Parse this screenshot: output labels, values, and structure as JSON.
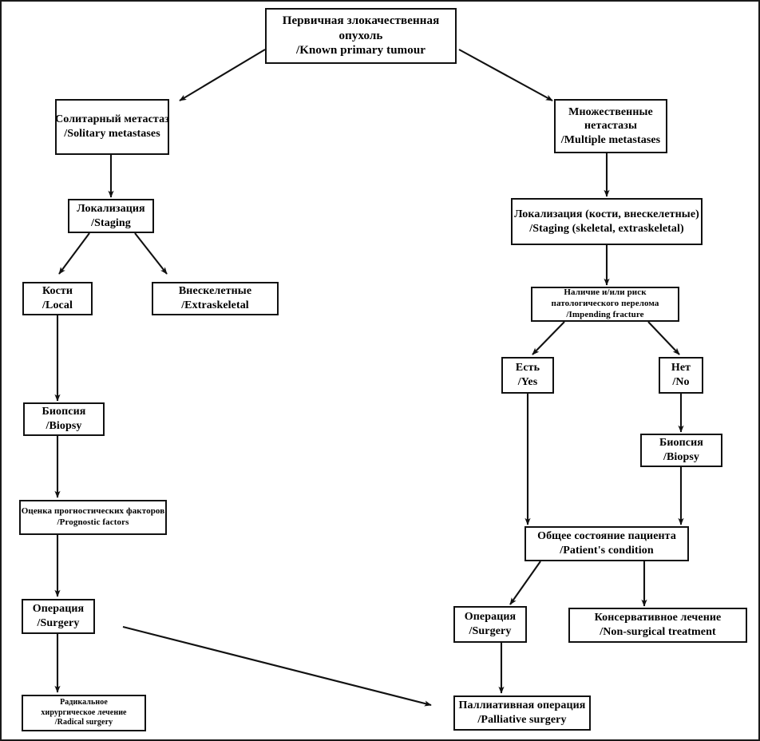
{
  "diagram": {
    "type": "flowchart",
    "title": "Treatment algorithm for bone metastases (Russian / English)",
    "language_note": "Each node shows Russian text followed by '/English text'",
    "colors": {
      "box_border": "#111111",
      "arrow": "#111111",
      "background": "#ffffff",
      "text": "#000000"
    }
  },
  "nodes": {
    "primary_tumour": {
      "ru": "Первичная злокачественная",
      "ru2": "опухоль",
      "en": "/Known primary tumour"
    },
    "solitary": {
      "ru": "Солитарный метастаз",
      "en": "/Solitary metastases"
    },
    "multiple": {
      "ru": "Множественные",
      "ru2": "нетастазы",
      "en": "/Multiple metastases"
    },
    "staging_left": {
      "ru": "Локализация",
      "en": "/Staging"
    },
    "staging_right": {
      "ru": "Локализация (кости, внескелетные)",
      "en": "/Staging (skeletal, extraskeletal)"
    },
    "bones": {
      "ru": "Кости",
      "en": "/Local"
    },
    "extraskeletal": {
      "ru": "Внескелетные",
      "en": "/Extraskeletal"
    },
    "impending_fracture": {
      "ru": "Наличие и/или риск",
      "ru2": "патологического перелома",
      "en": "/Impending fracture"
    },
    "yes": {
      "ru": "Есть",
      "en": "/Yes"
    },
    "no": {
      "ru": "Нет",
      "en": "/No"
    },
    "biopsy_left": {
      "ru": "Биопсия",
      "en": "/Biopsy"
    },
    "biopsy_right": {
      "ru": "Биопсия",
      "en": "/Biopsy"
    },
    "prognostic": {
      "ru": "Оценка прогностических факторов",
      "en": "/Prognostic factors"
    },
    "patient_condition": {
      "ru": "Общее состояние пациента",
      "en": "/Patient's condition"
    },
    "surgery_left": {
      "ru": "Операция",
      "en": "/Surgery"
    },
    "surgery_right": {
      "ru": "Операция",
      "en": "/Surgery"
    },
    "non_surgical": {
      "ru": "Консервативное лечение",
      "en": "/Non-surgical treatment"
    },
    "radical_surgery": {
      "ru": "Радикальное",
      "ru2": "хирургическое лечение",
      "en": "/Radical surgery"
    },
    "palliative_surgery": {
      "ru": "Паллиативная операция",
      "en": "/Palliative surgery"
    }
  },
  "edges": [
    {
      "from": "primary_tumour",
      "to": "solitary"
    },
    {
      "from": "primary_tumour",
      "to": "multiple"
    },
    {
      "from": "solitary",
      "to": "staging_left"
    },
    {
      "from": "staging_left",
      "to": "bones"
    },
    {
      "from": "staging_left",
      "to": "extraskeletal"
    },
    {
      "from": "bones",
      "to": "biopsy_left"
    },
    {
      "from": "biopsy_left",
      "to": "prognostic"
    },
    {
      "from": "prognostic",
      "to": "surgery_left"
    },
    {
      "from": "surgery_left",
      "to": "radical_surgery"
    },
    {
      "from": "surgery_left",
      "to": "palliative_surgery"
    },
    {
      "from": "multiple",
      "to": "staging_right"
    },
    {
      "from": "staging_right",
      "to": "impending_fracture"
    },
    {
      "from": "impending_fracture",
      "to": "yes"
    },
    {
      "from": "impending_fracture",
      "to": "no"
    },
    {
      "from": "no",
      "to": "biopsy_right"
    },
    {
      "from": "yes",
      "to": "patient_condition"
    },
    {
      "from": "biopsy_right",
      "to": "patient_condition"
    },
    {
      "from": "patient_condition",
      "to": "surgery_right"
    },
    {
      "from": "patient_condition",
      "to": "non_surgical"
    },
    {
      "from": "surgery_right",
      "to": "palliative_surgery"
    }
  ]
}
